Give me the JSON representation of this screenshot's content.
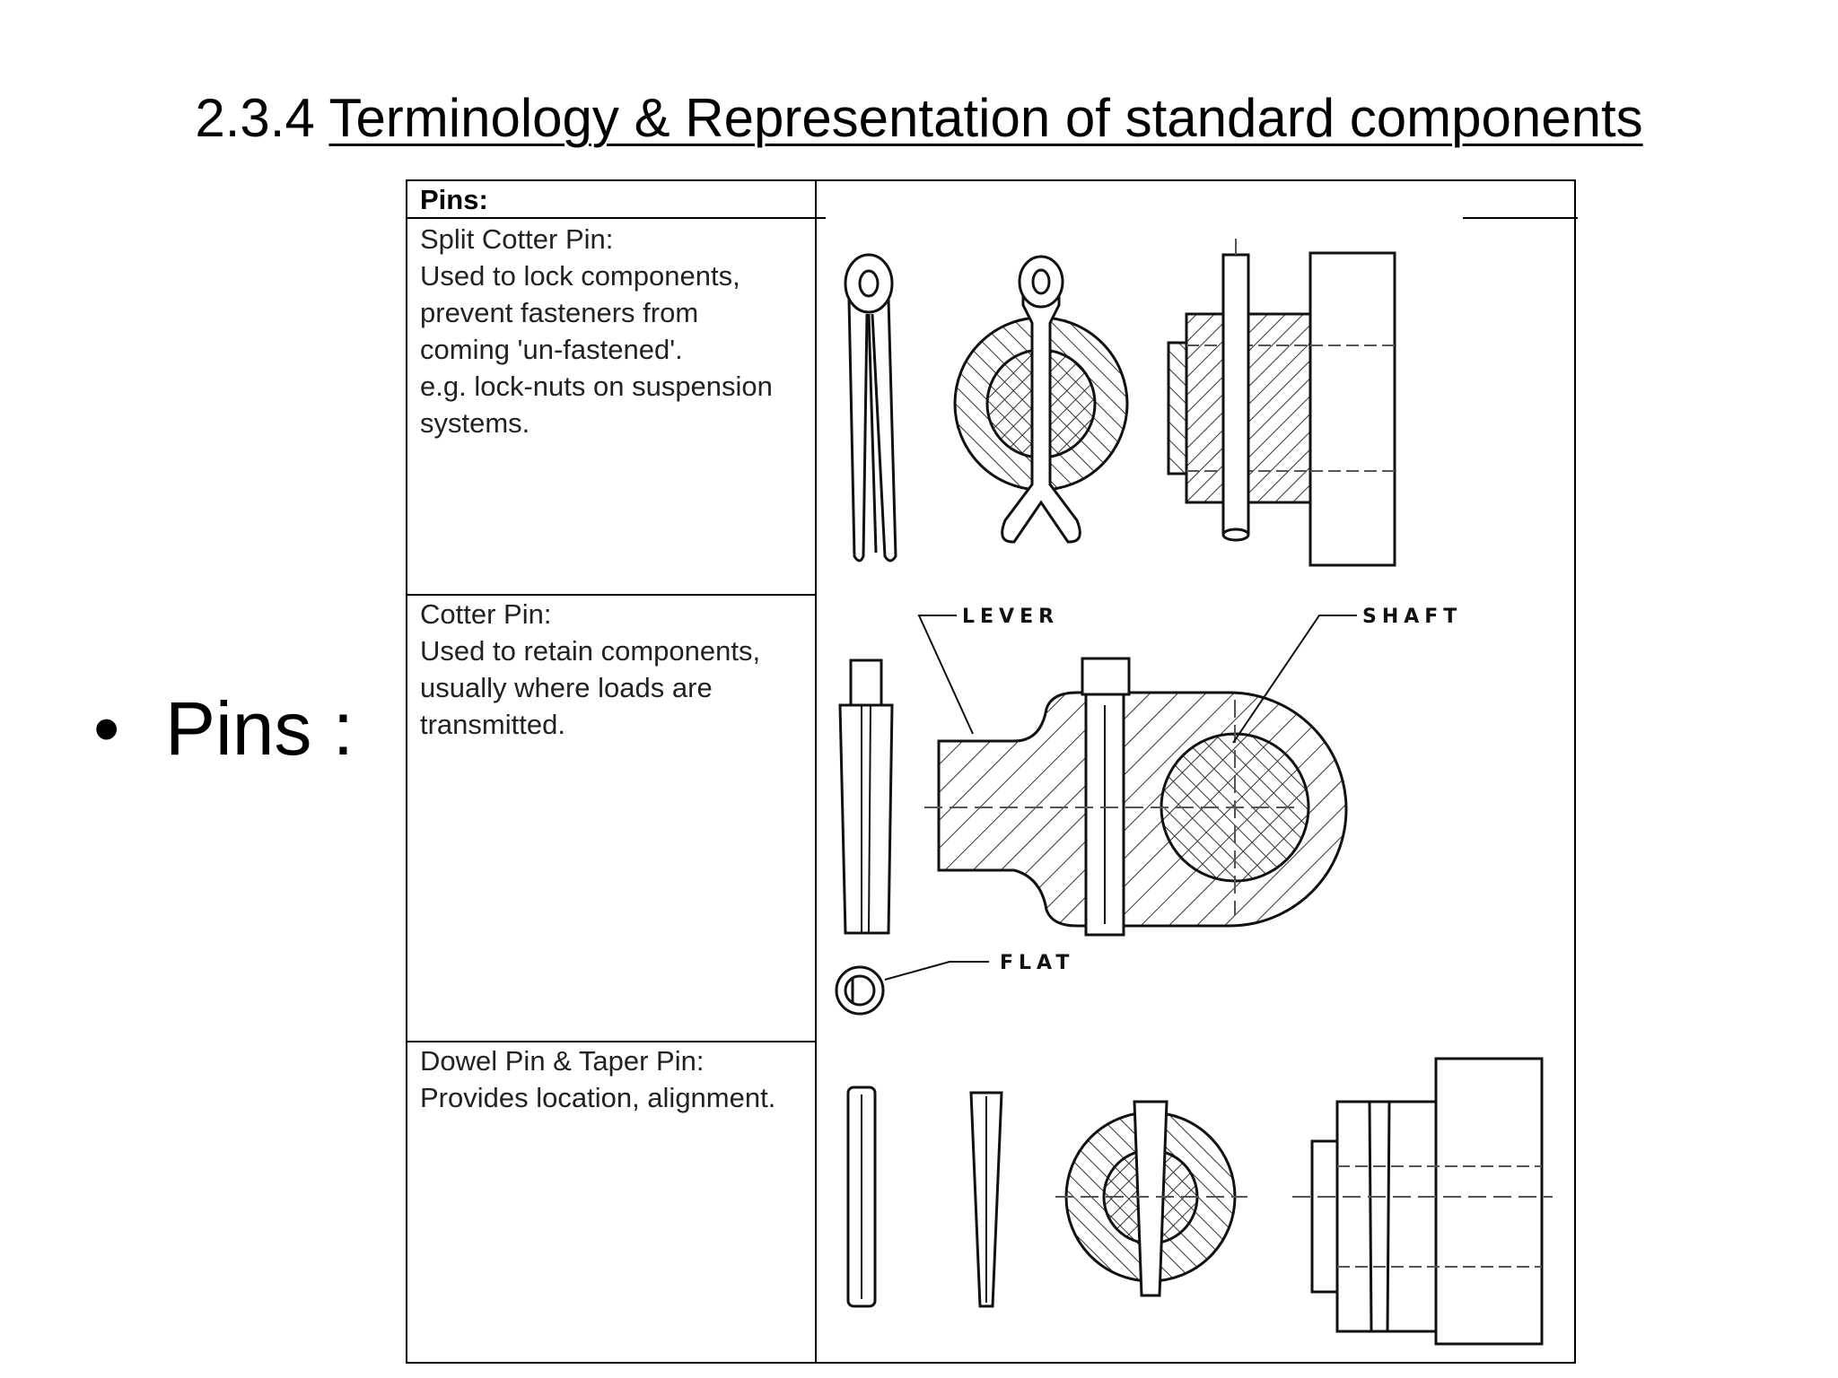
{
  "slide": {
    "section_number": "2.3.4",
    "title": "Terminology & Representation of standard components",
    "bullet_glyph": "•",
    "bullet_text": "Pins :"
  },
  "table": {
    "header": "Pins:",
    "rows": [
      {
        "lines": [
          "Split Cotter Pin:",
          "Used to lock components,",
          "prevent fasteners from",
          "coming 'un-fastened'.",
          "e.g. lock-nuts on suspension",
          "systems."
        ]
      },
      {
        "lines": [
          "Cotter Pin:",
          "Used to retain components,",
          "usually where loads are",
          "transmitted."
        ],
        "callouts": {
          "lever": "LEVER",
          "shaft": "SHAFT",
          "flat": "FLAT"
        }
      },
      {
        "lines": [
          "Dowel Pin & Taper Pin:",
          "Provides location, alignment."
        ]
      }
    ]
  }
}
